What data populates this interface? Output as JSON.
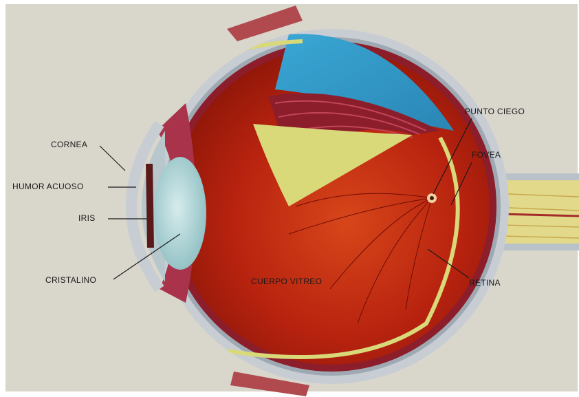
{
  "labels": {
    "cornea": "CORNEA",
    "humor_acuoso": "HUMOR ACUOSO",
    "iris": "IRIS",
    "cristalino": "CRISTALINO",
    "cuerpo_vitreo": "CUERPO VITREO",
    "punto_ciego": "PUNTO CIEGO",
    "fovea": "FOVEA",
    "retina": "RETINA"
  },
  "colors": {
    "background": "#d9d6cc",
    "sclera": "#c7cdd2",
    "vitreous": "#b8230f",
    "choroid_blue": "#2f9bc9",
    "retina_yellow": "#d9d97a",
    "choroid_red": "#8c1d2a",
    "lens": "#a9d3d6",
    "nerve_yellow": "#e2d98a"
  }
}
